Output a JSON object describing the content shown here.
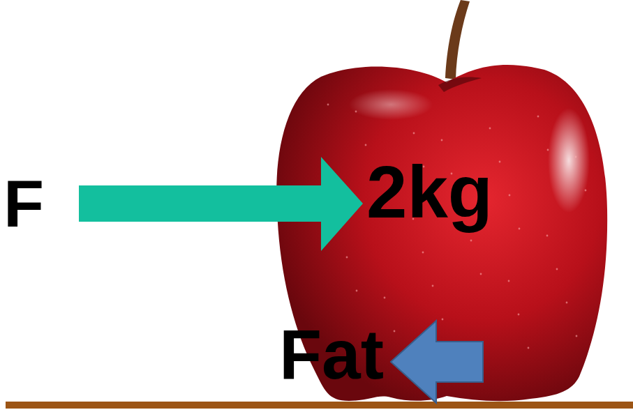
{
  "diagram": {
    "nodes": [
      {
        "text": [
          "2kg"
        ]
      }
    ],
    "labels": [
      "F",
      "Fat"
    ]
  }
}
